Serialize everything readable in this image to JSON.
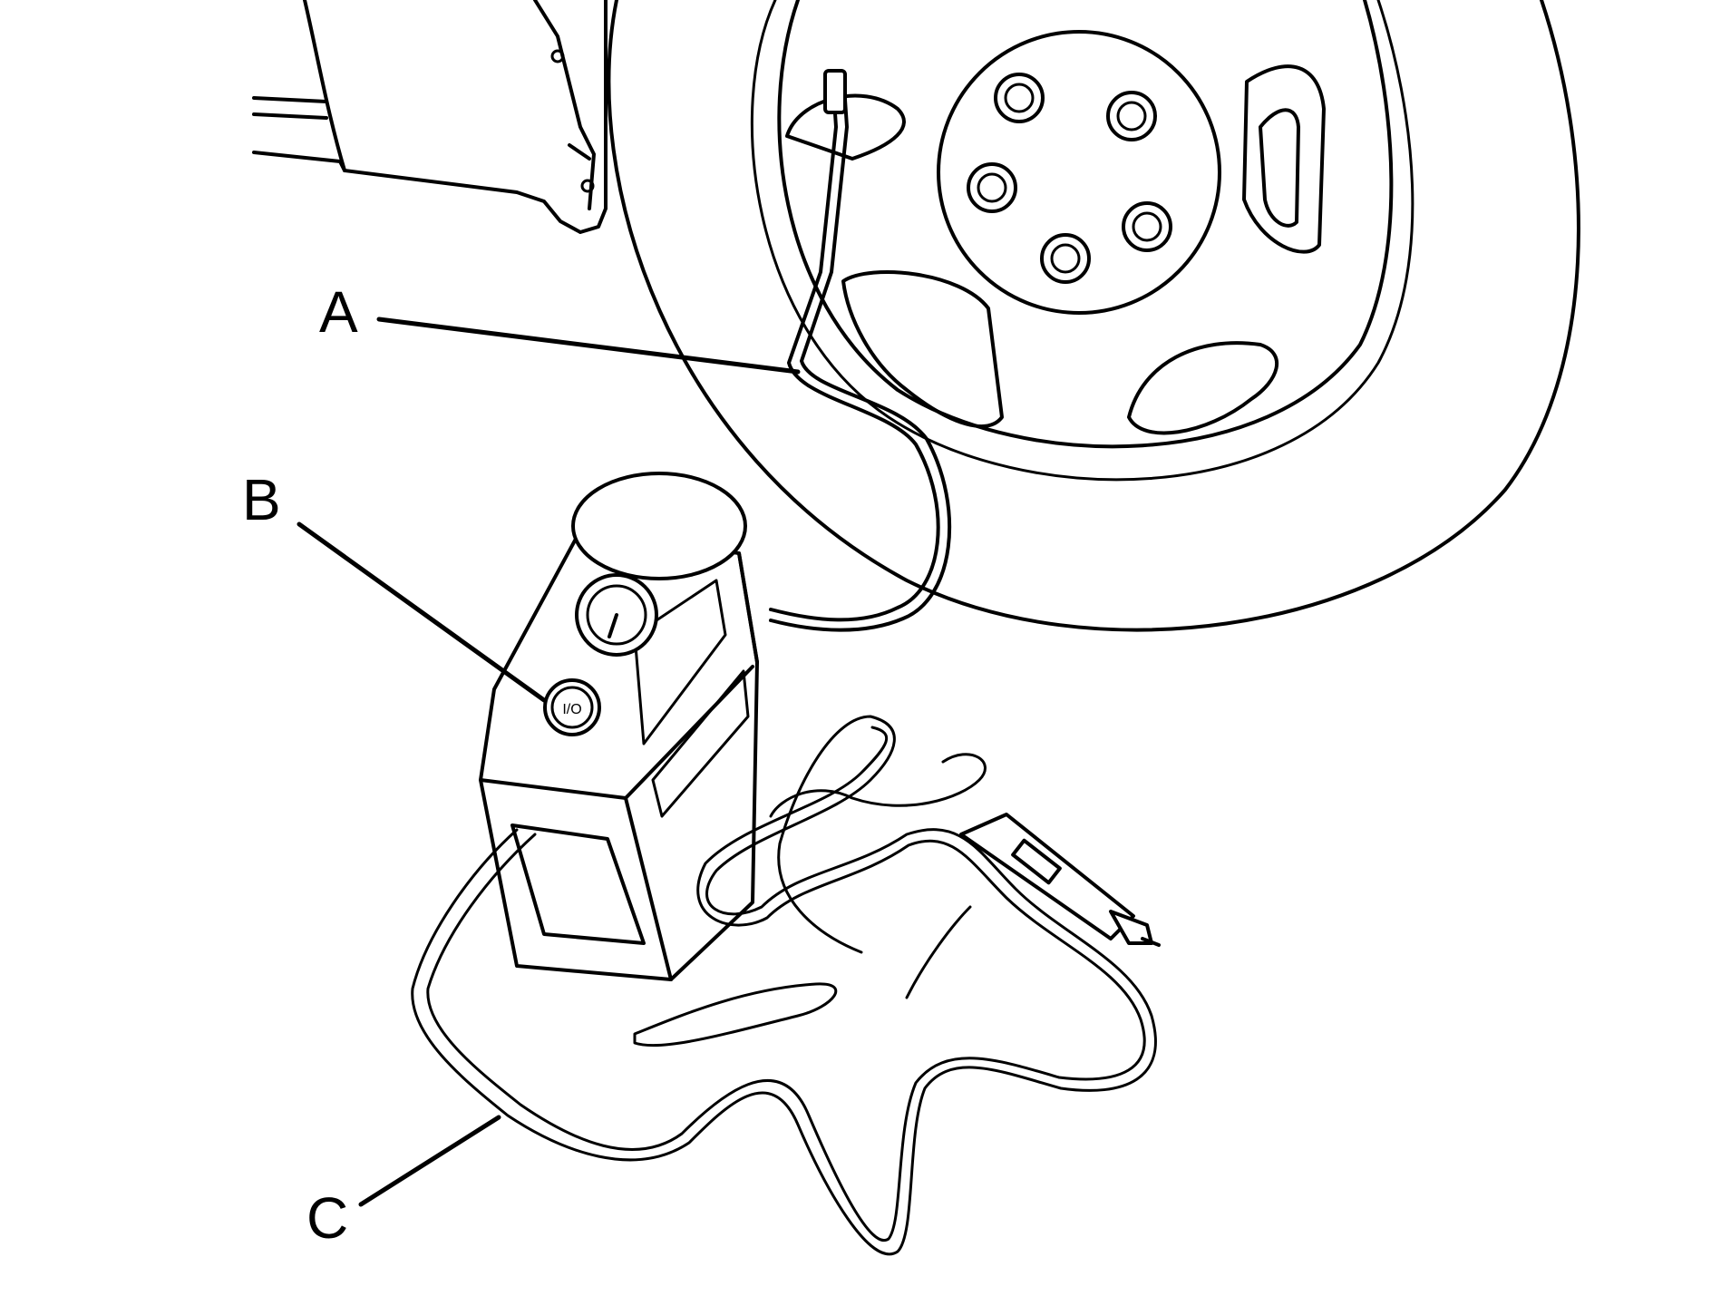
{
  "diagram": {
    "callouts": [
      {
        "id": "A",
        "label": "A"
      },
      {
        "id": "B",
        "label": "B"
      },
      {
        "id": "C",
        "label": "C"
      }
    ],
    "button_marking": "I/O"
  },
  "colors": {
    "ink": "#000000",
    "background": "#ffffff"
  }
}
